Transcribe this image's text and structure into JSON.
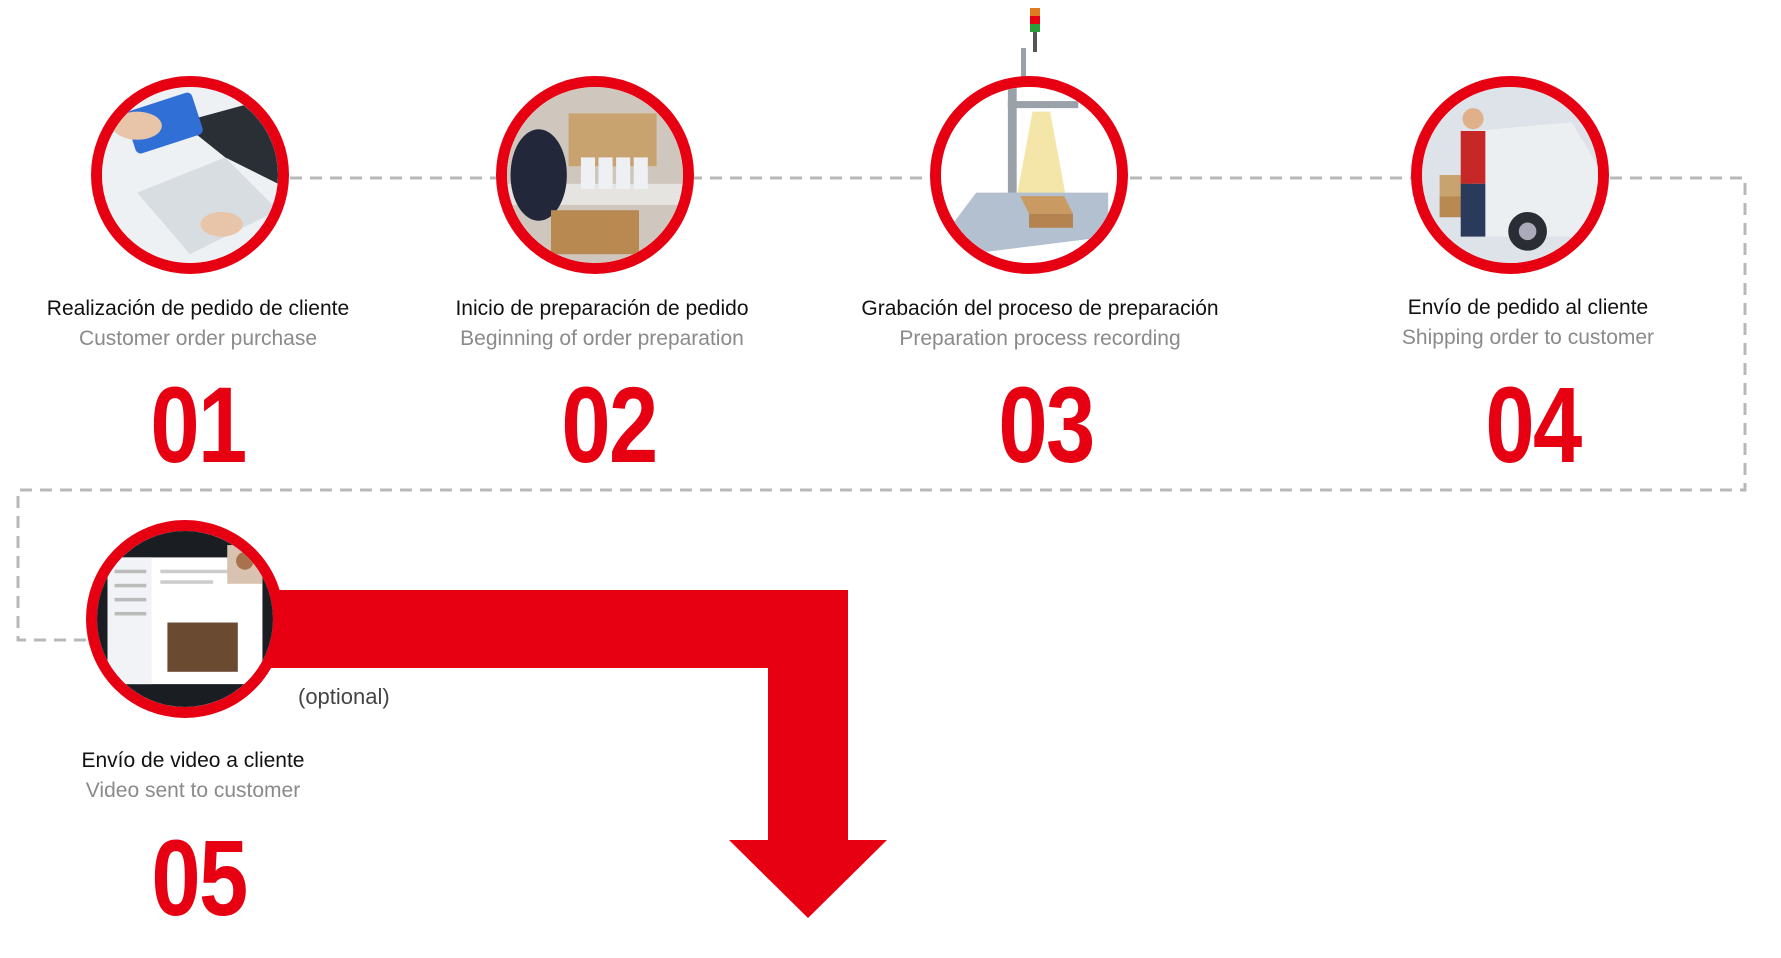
{
  "colors": {
    "accent": "#e60012",
    "dash": "#b8b8b8",
    "text": "#111111",
    "subtext": "#8a8a8a"
  },
  "steps": [
    {
      "icon": "card-laptop-icon",
      "title_es": "Realización de pedido de cliente",
      "title_en": "Customer order purchase",
      "number": "01"
    },
    {
      "icon": "packing-boxes-icon",
      "title_es": "Inicio de preparación de pedido",
      "title_en": "Beginning of order preparation",
      "number": "02"
    },
    {
      "icon": "camera-stand-icon",
      "title_es": "Grabación del proceso de preparación",
      "title_en": "Preparation process recording",
      "number": "03"
    },
    {
      "icon": "delivery-van-icon",
      "title_es": "Envío de pedido al cliente",
      "title_en": "Shipping order to customer",
      "number": "04"
    },
    {
      "icon": "video-email-icon",
      "title_es": "Envío de video a cliente",
      "title_en": "Video sent to customer",
      "number": "05"
    }
  ],
  "optional_note": "(optional)"
}
